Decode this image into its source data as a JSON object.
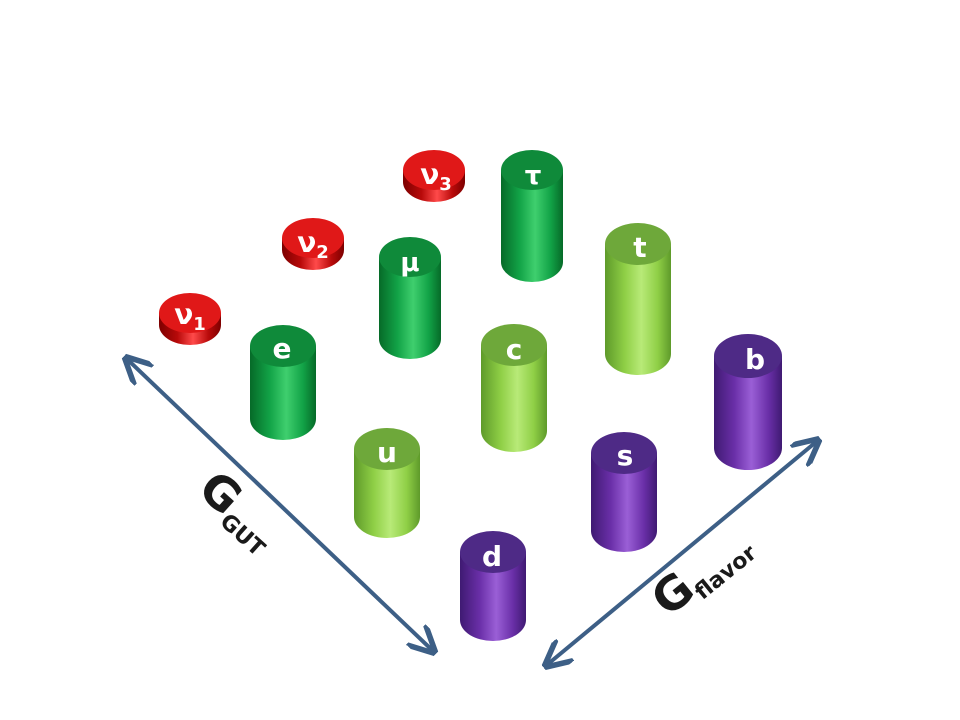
{
  "particles": [
    {
      "id": "nu3",
      "symbol": "ν",
      "sub": "3",
      "color": "red"
    },
    {
      "id": "tau",
      "symbol": "τ",
      "sub": "",
      "color": "green-dark"
    },
    {
      "id": "nu2",
      "symbol": "ν",
      "sub": "2",
      "color": "red"
    },
    {
      "id": "mu",
      "symbol": "μ",
      "sub": "",
      "color": "green-dark"
    },
    {
      "id": "t",
      "symbol": "t",
      "sub": "",
      "color": "green-light"
    },
    {
      "id": "nu1",
      "symbol": "ν",
      "sub": "1",
      "color": "red"
    },
    {
      "id": "c",
      "symbol": "c",
      "sub": "",
      "color": "green-light"
    },
    {
      "id": "e",
      "symbol": "e",
      "sub": "",
      "color": "green-dark"
    },
    {
      "id": "b",
      "symbol": "b",
      "sub": "",
      "color": "purple"
    },
    {
      "id": "u",
      "symbol": "u",
      "sub": "",
      "color": "green-light"
    },
    {
      "id": "s",
      "symbol": "s",
      "sub": "",
      "color": "purple"
    },
    {
      "id": "d",
      "symbol": "d",
      "sub": "",
      "color": "purple"
    }
  ],
  "palette": {
    "red": {
      "top": "#e01818",
      "side": "#b80a0a",
      "dark": "#7d0000",
      "light": "#ff4a4a"
    },
    "green-dark": {
      "top": "#0f8a3a",
      "side": "#12a347",
      "dark": "#066a28",
      "light": "#3fcf6e"
    },
    "green-light": {
      "top": "#6ea83a",
      "side": "#8fcf46",
      "dark": "#5e9a2a",
      "light": "#b8ea78"
    },
    "purple": {
      "top": "#4e2a86",
      "side": "#6a2fa8",
      "dark": "#3f1a72",
      "light": "#9a5fd6"
    },
    "arrow": "#3d5f86"
  },
  "axes": {
    "gut": {
      "main": "G",
      "sub": "GUT"
    },
    "flavor": {
      "main": "G",
      "sub": "flavor"
    }
  }
}
